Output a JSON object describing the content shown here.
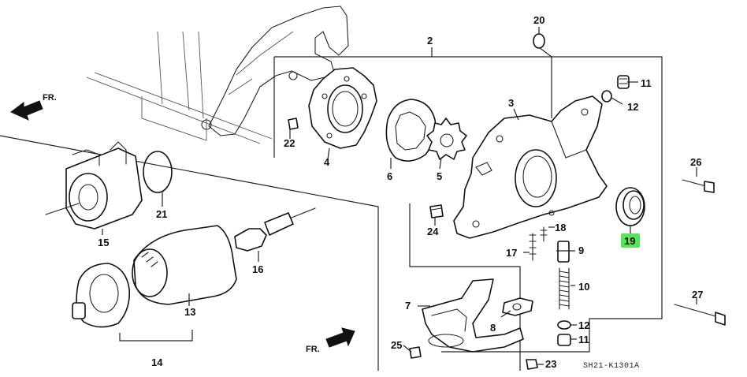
{
  "diagram_code": "SH21-K1301A",
  "direction_label": "FR.",
  "highlight_color": "#55e655",
  "highlighted_part": "19",
  "parts": [
    "2",
    "3",
    "4",
    "5",
    "6",
    "7",
    "8",
    "9",
    "10",
    "11",
    "12",
    "13",
    "14",
    "15",
    "16",
    "17",
    "18",
    "19",
    "20",
    "21",
    "22",
    "23",
    "24",
    "25",
    "26",
    "27"
  ],
  "repeated_labels": [
    "11",
    "12"
  ]
}
